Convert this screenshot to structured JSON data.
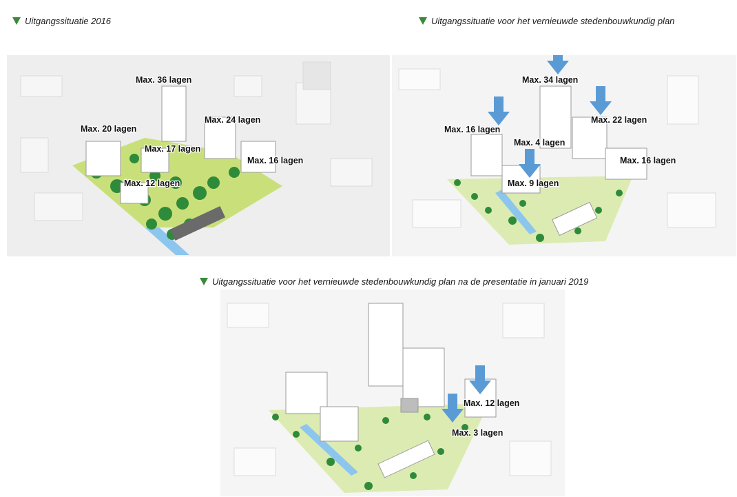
{
  "captions": {
    "top_left": "Uitgangssituatie 2016",
    "top_right": "Uitgangssituatie voor het vernieuwde stedenbouwkundig plan",
    "bottom": "Uitgangssituatie voor het vernieuwde stedenbouwkundig plan na de presentatie in januari 2019"
  },
  "panel_2016": {
    "labels": [
      "Max. 36 lagen",
      "Max. 20 lagen",
      "Max. 24 lagen",
      "Max. 17 lagen",
      "Max. 16 lagen",
      "Max. 12 lagen"
    ]
  },
  "panel_plan": {
    "labels": [
      "Max. 34 lagen",
      "Max. 16 lagen",
      "Max. 22 lagen",
      "Max. 4 lagen",
      "Max. 16 lagen",
      "Max. 9 lagen"
    ]
  },
  "panel_2019": {
    "labels": [
      "Max. 12 lagen",
      "Max. 3 lagen"
    ]
  },
  "colors": {
    "caption_triangle": "#3a8a3a",
    "arrow": "#5b9bd5",
    "tree": "#2e8b3a",
    "lawn": "#c9e07a",
    "water": "#8cc6ee"
  }
}
